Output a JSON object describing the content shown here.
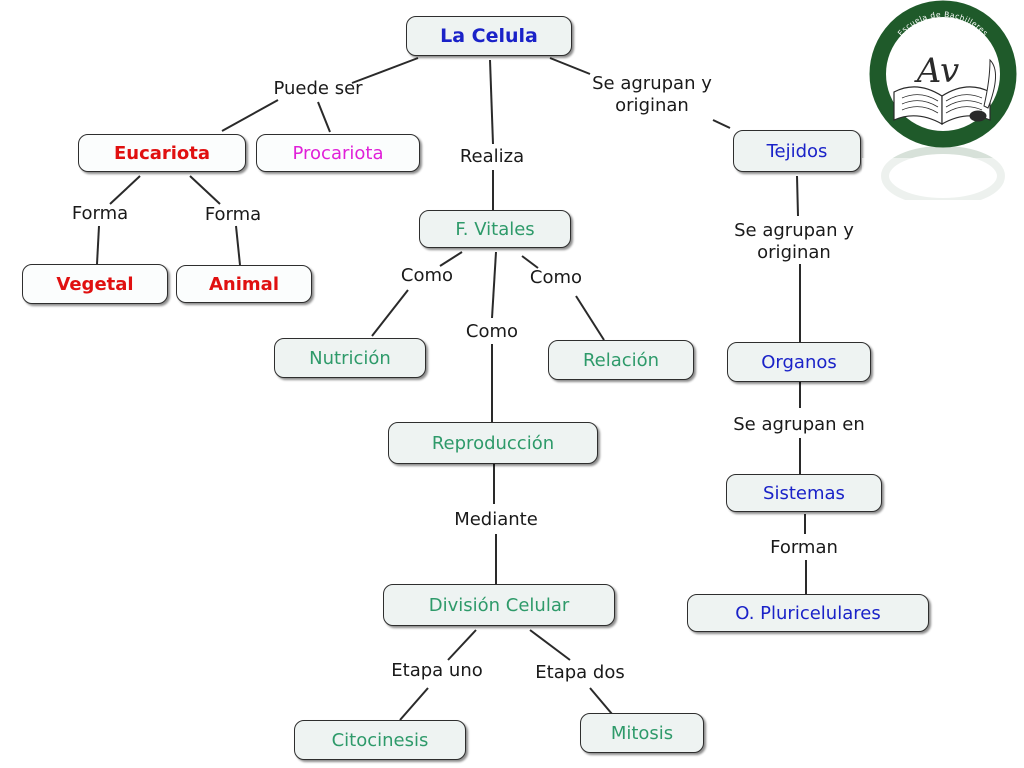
{
  "colors": {
    "blue": "#1a22c8",
    "red": "#e01010",
    "magenta": "#e020d8",
    "green": "#2e9a6a",
    "line": "#2a2a2a",
    "logo_green": "#1f5a2a"
  },
  "nodes": {
    "la_celula": "La Celula",
    "eucariota": "Eucariota",
    "procariota": "Procariota",
    "vegetal": "Vegetal",
    "animal": "Animal",
    "f_vitales": "F. Vitales",
    "nutricion": "Nutrición",
    "relacion": "Relación",
    "reproduccion": "Reproducción",
    "division_celular": "División Celular",
    "citocinesis": "Citocinesis",
    "mitosis": "Mitosis",
    "tejidos": "Tejidos",
    "organos": "Organos",
    "sistemas": "Sistemas",
    "o_pluricelulares": "O. Pluricelulares"
  },
  "links": {
    "puede_ser": "Puede ser",
    "se_agrupan_originan_1": "Se agrupan y\noriginan",
    "realiza": "Realiza",
    "forma_1": "Forma",
    "forma_2": "Forma",
    "se_agrupan_originan_2": "Se agrupan y\noriginan",
    "como_1": "Como",
    "como_2": "Como",
    "como_3": "Como",
    "se_agrupan_en": "Se agrupan en",
    "mediante": "Mediante",
    "forman": "Forman",
    "etapa_uno": "Etapa uno",
    "etapa_dos": "Etapa dos"
  },
  "logo": {
    "ring_text": "Escuela de Bachilleres",
    "monogram": "Av"
  }
}
